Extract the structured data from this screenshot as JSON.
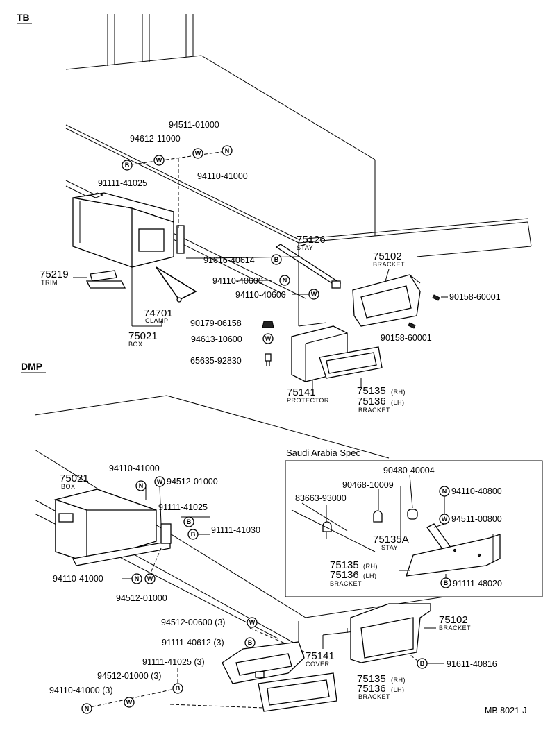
{
  "sections": {
    "tb": "TB",
    "dmp": "DMP"
  },
  "tb": {
    "p94511": "94511-01000",
    "p94612": "94612-11000",
    "p94110a": "94110-41000",
    "p91111": "91111-41025",
    "p75219": "75219",
    "trim": "TRIM",
    "p74701": "74701",
    "clamp": "CLAMP",
    "p75021": "75021",
    "box": "BOX",
    "p91616": "91616-40614",
    "p75126": "75126",
    "stay": "STAY",
    "p75102": "75102",
    "bracket": "BRACKET",
    "p94110b": "94110-40600",
    "p94110c": "94110-40600",
    "p90158a": "90158-60001",
    "p90179": "90179-06158",
    "p94613": "94613-10600",
    "p90158b": "90158-60001",
    "p65635": "65635-92830",
    "p75141": "75141",
    "protector": "PROTECTOR",
    "p75135": "75135",
    "rh": "(RH)",
    "p75136": "75136",
    "lh": "(LH)",
    "bracket2": "BRACKET"
  },
  "dmp": {
    "p94110a": "94110-41000",
    "p75021": "75021",
    "box": "BOX",
    "p94512a": "94512-01000",
    "p91111a": "91111-41025",
    "p91111b": "91111-41030",
    "p94110b": "94110-41000",
    "p94512b": "94512-01000",
    "p94512c": "94512-00600 (3)",
    "p91111c": "91111-40612 (3)",
    "p75141": "75141",
    "cover": "COVER",
    "p91111d": "91111-41025 (3)",
    "p94512d": "94512-01000 (3)",
    "p94110c": "94110-41000 (3)",
    "p75102": "75102",
    "bracket": "BRACKET",
    "p91611": "91611-40816",
    "p75135": "75135",
    "rh": "(RH)",
    "p75136": "75136",
    "lh": "(LH)",
    "bracket2": "BRACKET"
  },
  "saudi": {
    "title": "Saudi Arabia Spec",
    "p90480": "90480-40004",
    "p90468": "90468-10009",
    "p83663": "83663-93000",
    "p94110": "94110-40800",
    "p94511": "94511-00800",
    "p75135a": "75135A",
    "stay": "STAY",
    "p75135": "75135",
    "rh": "(RH)",
    "p75136": "75136",
    "lh": "(LH)",
    "bracket": "BRACKET",
    "p91111": "91111-48020"
  },
  "badges": {
    "w": "W",
    "n": "N",
    "b": "B"
  },
  "footer": {
    "ref": "MB 8021-J"
  }
}
